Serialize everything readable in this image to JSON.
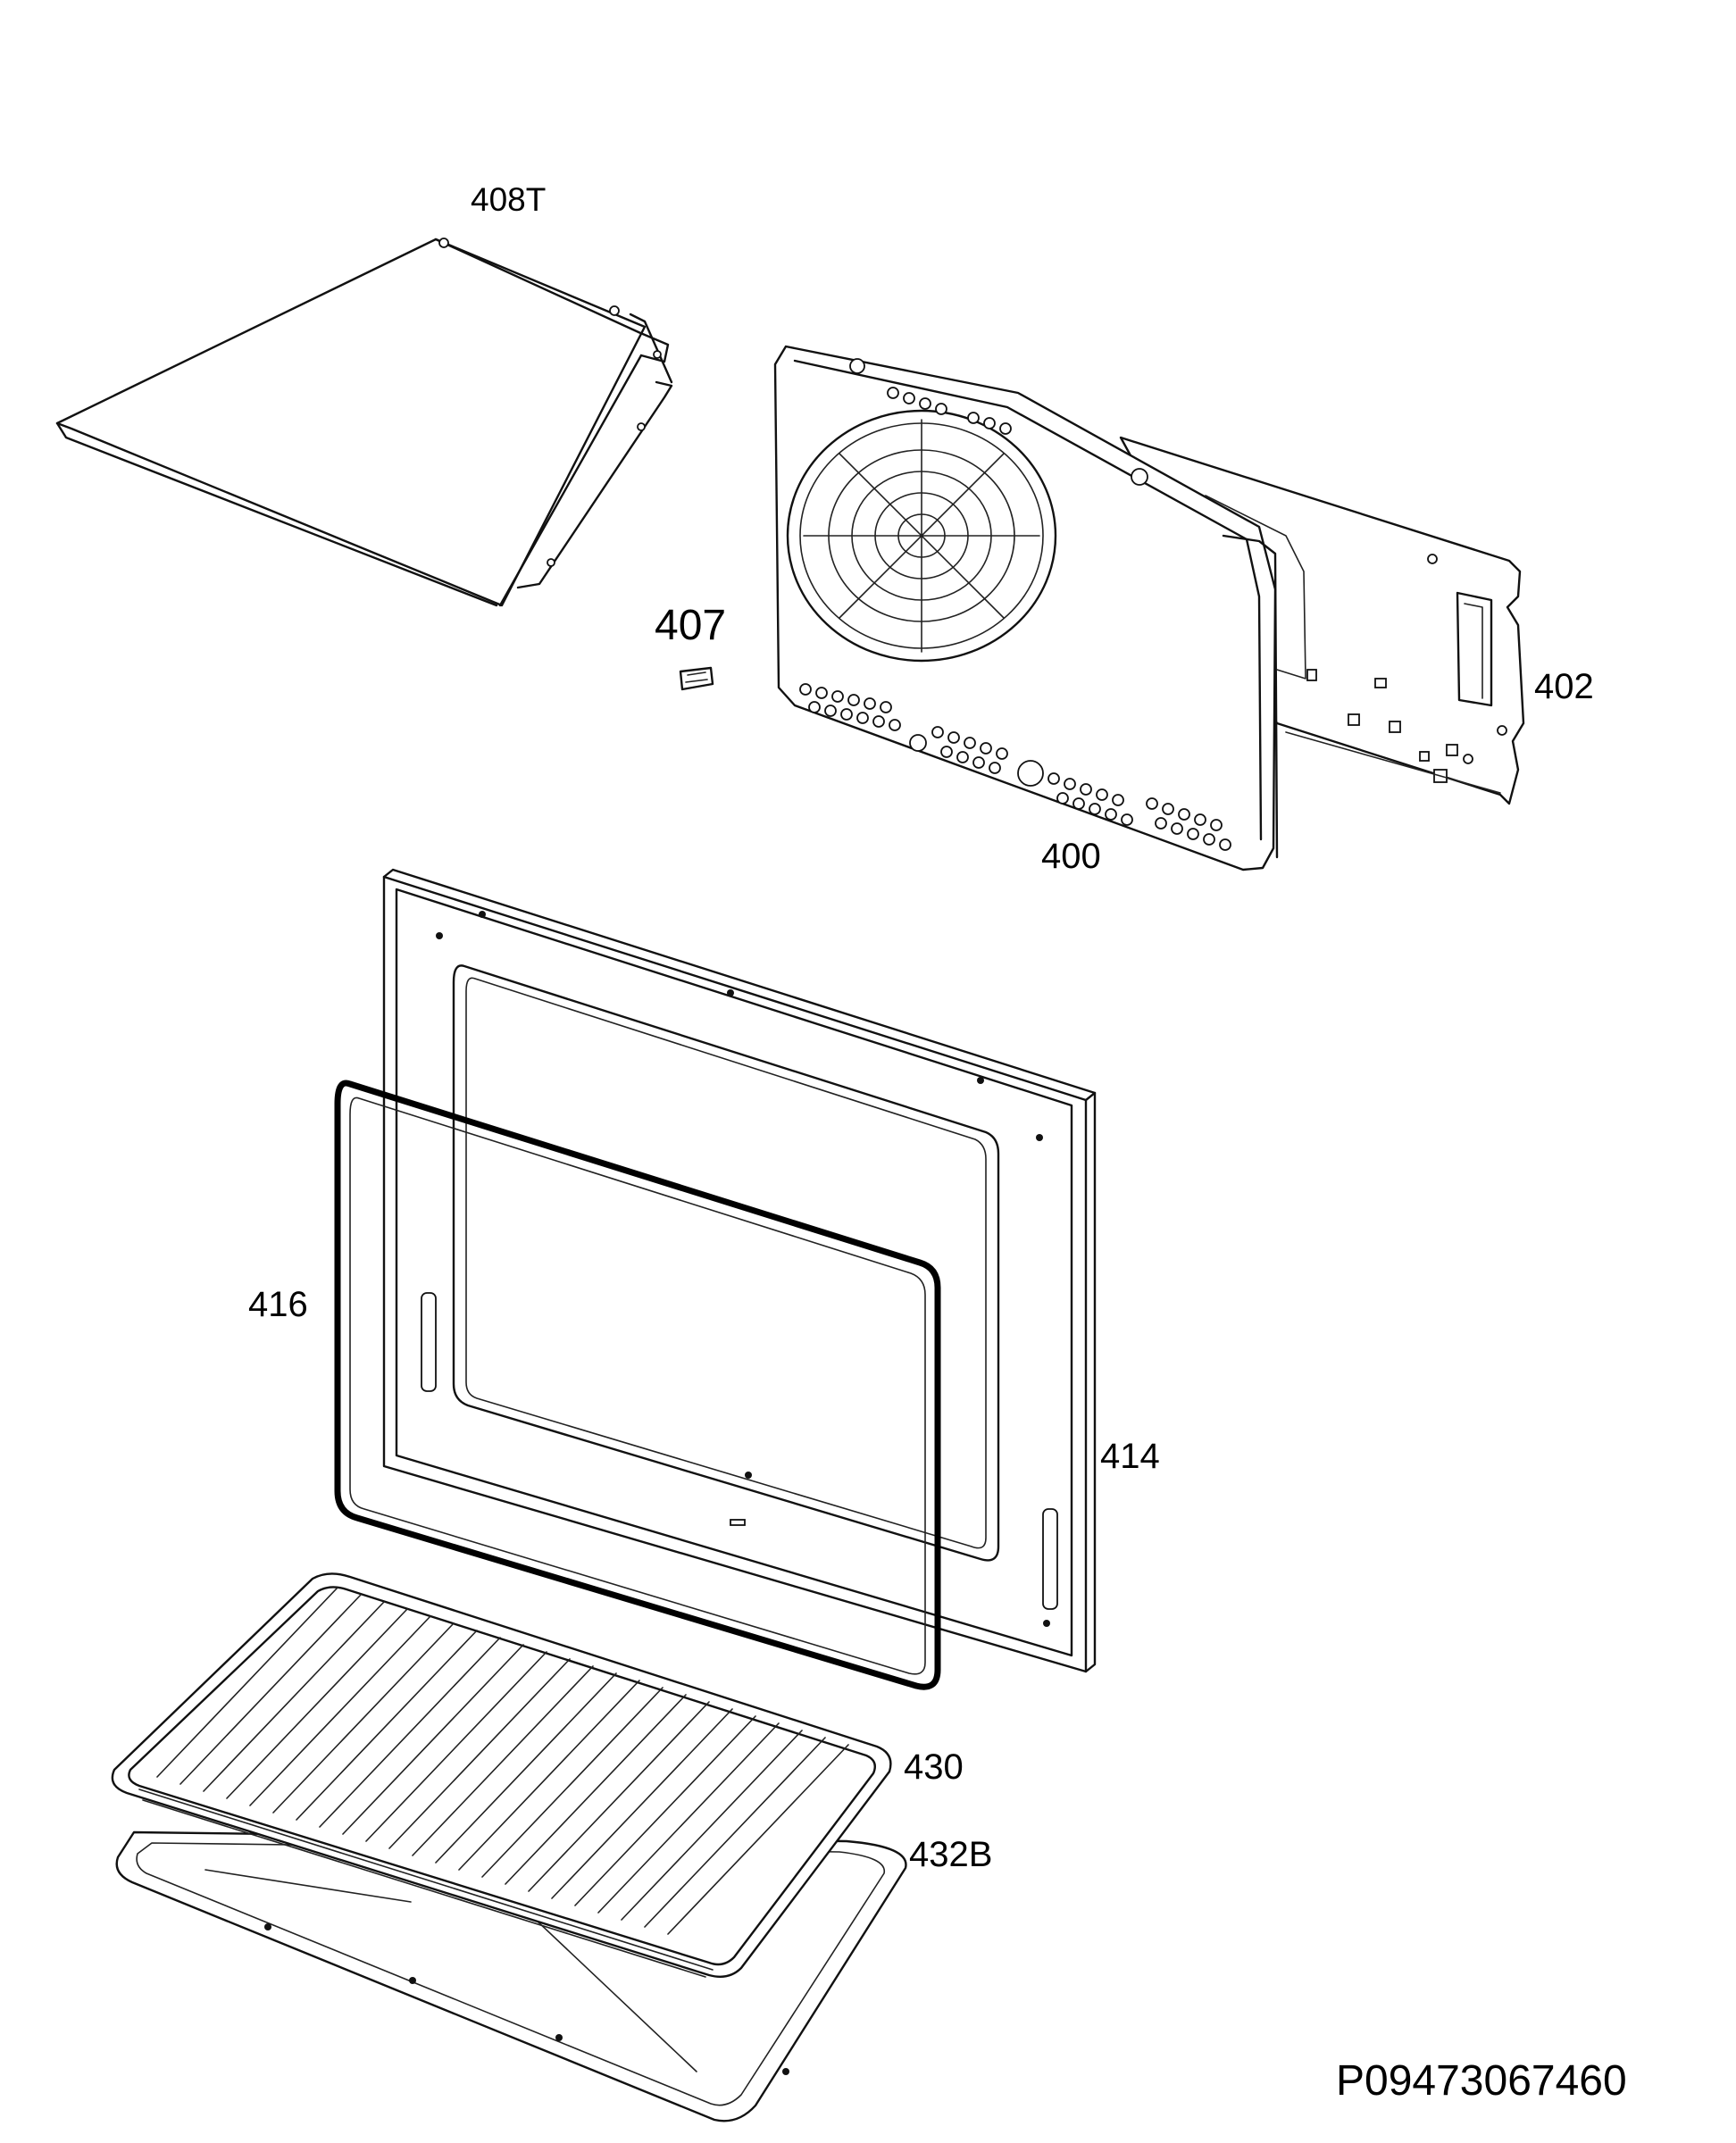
{
  "labels": {
    "p408T": "408T",
    "p407": "407",
    "p402": "402",
    "p400": "400",
    "p416": "416",
    "p414": "414",
    "p430": "430",
    "p432B": "432B"
  },
  "drawing_code": "P09473067460",
  "line_color": "#111111",
  "background": "#ffffff"
}
